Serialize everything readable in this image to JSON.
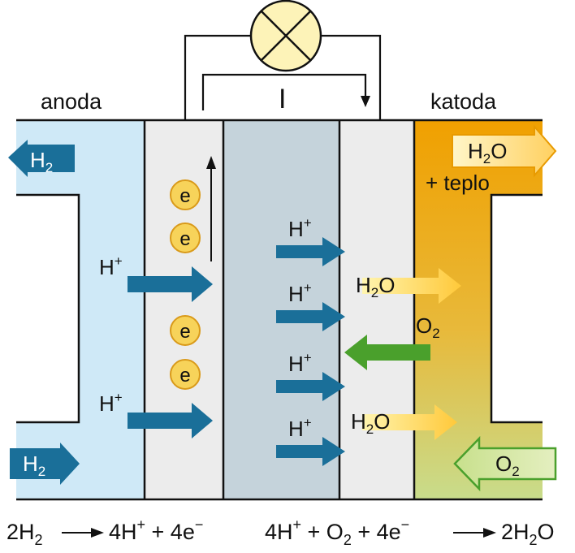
{
  "labels": {
    "anode": "anoda",
    "cathode": "katoda",
    "current": "I",
    "electron": "e",
    "proton": "H",
    "plus": "+",
    "water_h": "H",
    "water_2": "2",
    "water_o": "O",
    "oxygen_o": "O",
    "oxygen_2": "2",
    "hydrogen_h": "H",
    "hydrogen_2": "2",
    "heat": "+ teplo"
  },
  "equations": {
    "anode": {
      "p1": "2H",
      "s1": "2",
      "p2": "4H",
      "s2": "+",
      "p3": " + 4e",
      "s3": "−"
    },
    "cathode": {
      "p1": "4H",
      "s1": "+",
      "p2": " + O",
      "s2": "2",
      "p3": " + 4e",
      "s3": "−",
      "p4": "2H",
      "s4": "2",
      "p5": "O"
    }
  },
  "colors": {
    "anode_zone": "#cfe9f7",
    "electrode": "#ececec",
    "membrane": "#c5d3db",
    "cathode_top": "#f0a000",
    "cathode_bottom": "#c8dc8c",
    "proton_arrow": "#1a6f99",
    "oxygen_arrow": "#4aa02c",
    "water_arrow": "#ffd24a",
    "electron_fill": "#f7d35a",
    "lamp_fill": "#fdf3b8"
  },
  "icons": {
    "lamp": "lamp-icon",
    "electron": "electron-icon"
  }
}
